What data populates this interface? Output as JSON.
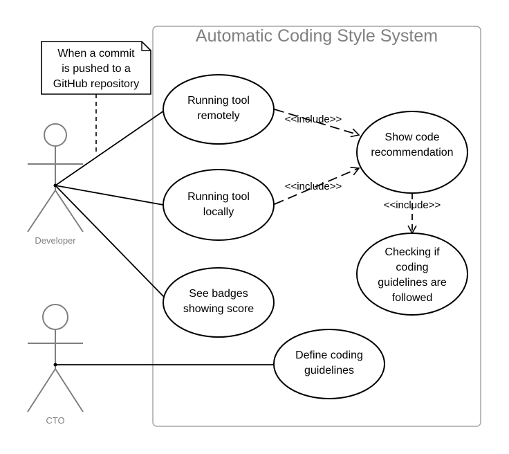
{
  "system": {
    "title": "Automatic Coding Style System"
  },
  "note": {
    "lines": [
      "When a commit",
      "is pushed to a",
      "GitHub repository"
    ]
  },
  "actors": {
    "developer": {
      "label": "Developer"
    },
    "cto": {
      "label": "CTO"
    }
  },
  "use_cases": {
    "remote": {
      "lines": [
        "Running tool",
        "remotely"
      ]
    },
    "local": {
      "lines": [
        "Running tool",
        "locally"
      ]
    },
    "badges": {
      "lines": [
        "See badges",
        "showing score"
      ]
    },
    "recommend": {
      "lines": [
        "Show code",
        "recommendation"
      ]
    },
    "checking": {
      "lines": [
        "Checking if",
        "coding",
        "guidelines are",
        "followed"
      ]
    },
    "define": {
      "lines": [
        "Define coding",
        "guidelines"
      ]
    }
  },
  "relations": {
    "include_remote": "<<include>>",
    "include_local": "<<include>>",
    "include_check": "<<include>>"
  },
  "colors": {
    "frame": "#a6a6a6",
    "actor": "#7f7f7f",
    "line": "#000000"
  }
}
